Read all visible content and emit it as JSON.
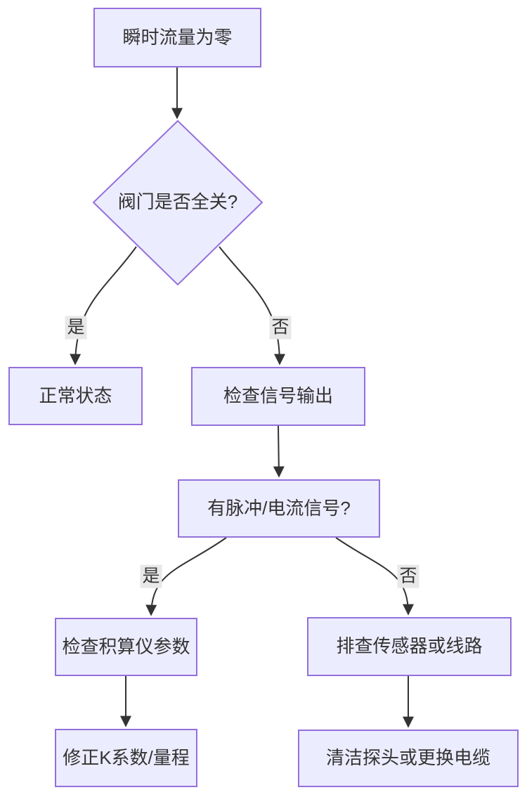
{
  "diagram": {
    "type": "flowchart",
    "direction": "top-down",
    "nodes": [
      {
        "id": "A",
        "label": "瞬时流量为零",
        "shape": "rect"
      },
      {
        "id": "B",
        "label": "阀门是否全关?",
        "shape": "diamond"
      },
      {
        "id": "C",
        "label": "正常状态",
        "shape": "rect"
      },
      {
        "id": "D",
        "label": "检查信号输出",
        "shape": "rect"
      },
      {
        "id": "E",
        "label": "有脉冲/电流信号?",
        "shape": "rect"
      },
      {
        "id": "F",
        "label": "检查积算仪参数",
        "shape": "rect"
      },
      {
        "id": "G",
        "label": "排查传感器或线路",
        "shape": "rect"
      },
      {
        "id": "H",
        "label": "修正K系数/量程",
        "shape": "rect"
      },
      {
        "id": "I",
        "label": "清洁探头或更换电缆",
        "shape": "rect"
      }
    ],
    "edges": [
      {
        "from": "A",
        "to": "B",
        "label": ""
      },
      {
        "from": "B",
        "to": "C",
        "label": "是"
      },
      {
        "from": "B",
        "to": "D",
        "label": "否"
      },
      {
        "from": "D",
        "to": "E",
        "label": ""
      },
      {
        "from": "E",
        "to": "F",
        "label": "是"
      },
      {
        "from": "E",
        "to": "G",
        "label": "否"
      },
      {
        "from": "F",
        "to": "H",
        "label": ""
      },
      {
        "from": "G",
        "to": "I",
        "label": ""
      }
    ],
    "colors": {
      "node_fill": "#ECECFF",
      "node_border": "#9370DB",
      "edge_line": "#333333",
      "text": "#333333",
      "edge_label_bg": "#e8e8e8",
      "background": "#ffffff"
    }
  }
}
